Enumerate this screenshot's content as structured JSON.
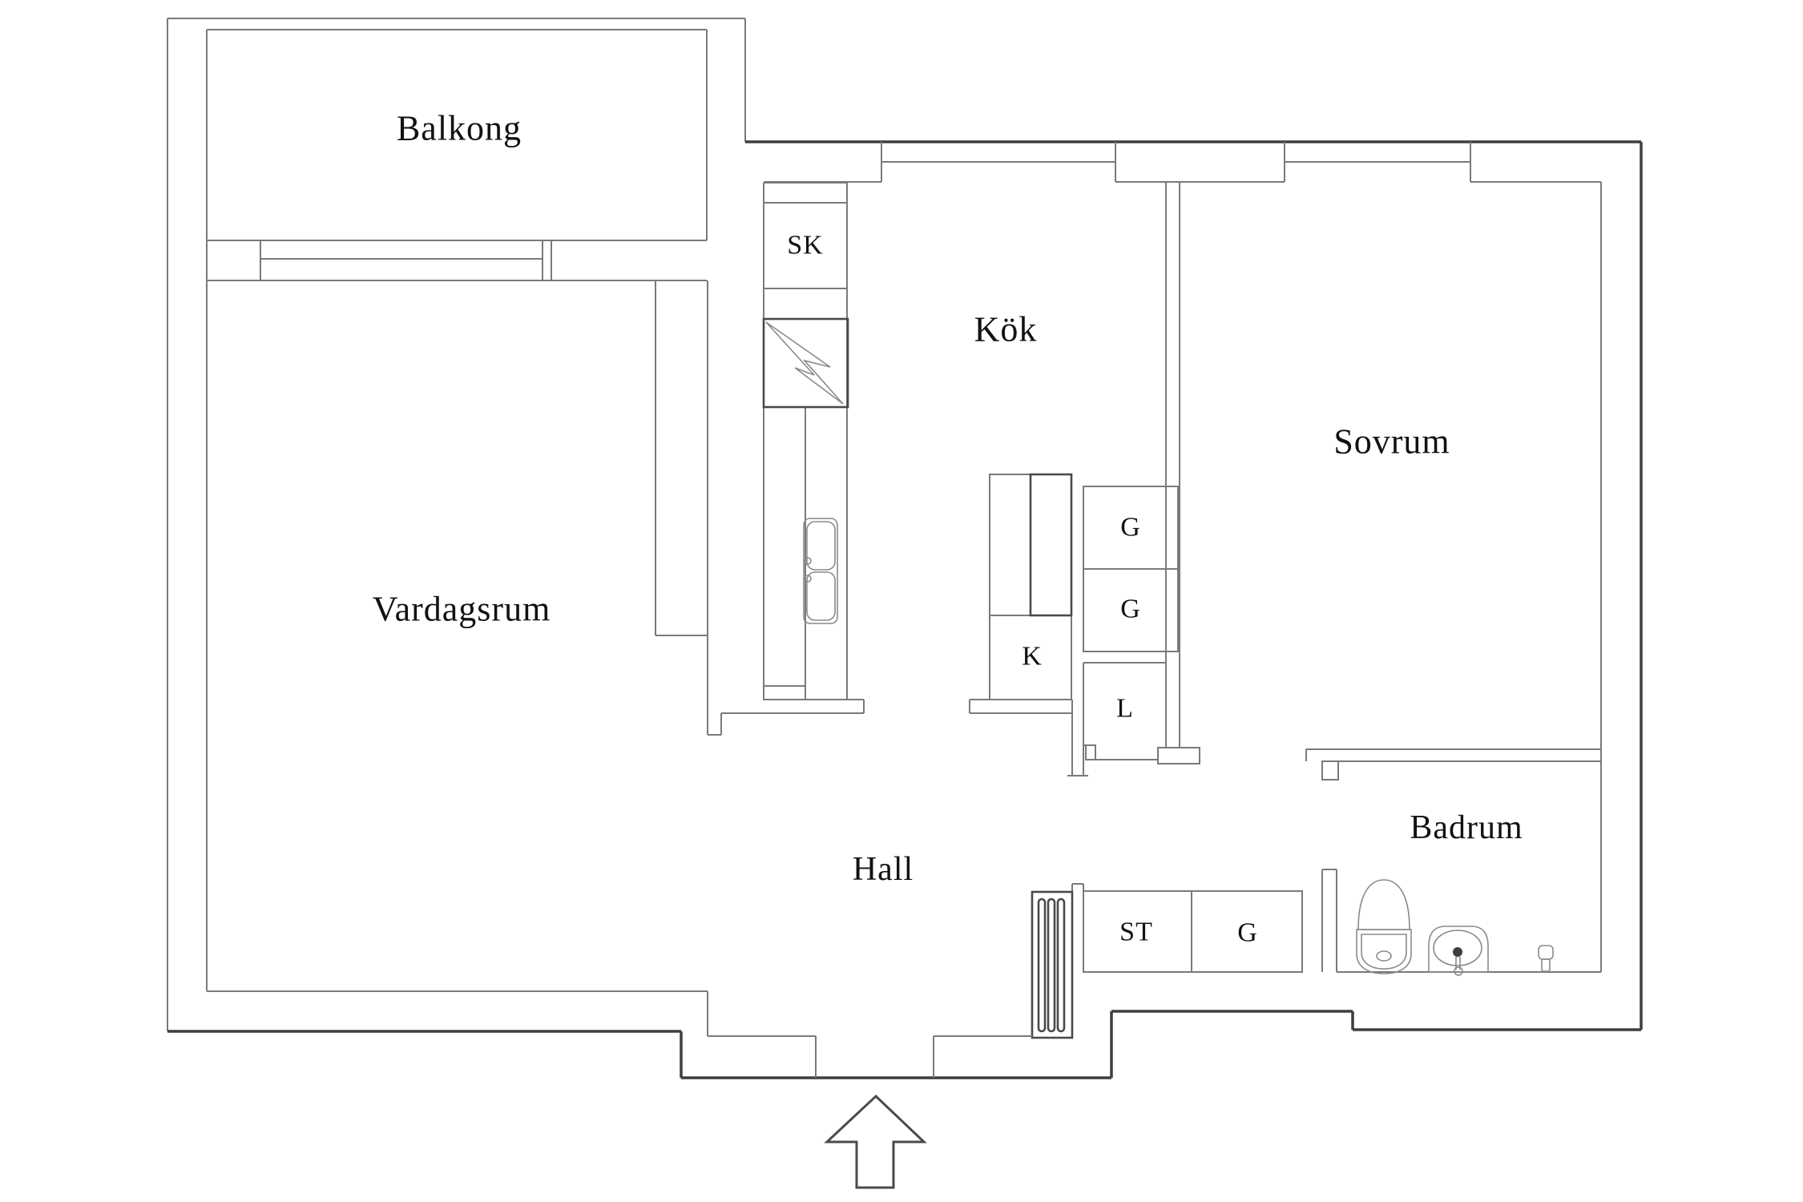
{
  "floorplan": {
    "background_color": "#ffffff",
    "line_color": "#7a7a7a",
    "outer_wall_color": "#3e3e3e",
    "text_color": "#121212",
    "rooms": [
      {
        "id": "balkong",
        "label": "Balkong"
      },
      {
        "id": "vardagsrum",
        "label": "Vardagsrum"
      },
      {
        "id": "kok",
        "label": "Kök"
      },
      {
        "id": "sovrum",
        "label": "Sovrum"
      },
      {
        "id": "hall",
        "label": "Hall"
      },
      {
        "id": "badrum",
        "label": "Badrum"
      }
    ],
    "fixture_labels": [
      {
        "id": "sk",
        "label": "SK"
      },
      {
        "id": "g-upper",
        "label": "G"
      },
      {
        "id": "g-lower",
        "label": "G"
      },
      {
        "id": "k",
        "label": "K"
      },
      {
        "id": "l",
        "label": "L"
      },
      {
        "id": "st",
        "label": "ST"
      },
      {
        "id": "g-hall",
        "label": "G"
      }
    ],
    "icons": [
      "electrical-symbol-icon",
      "double-sink-icon",
      "toilet-icon",
      "washbasin-icon",
      "floor-drain-icon",
      "vent-grille-icon",
      "entrance-arrow-icon"
    ]
  }
}
